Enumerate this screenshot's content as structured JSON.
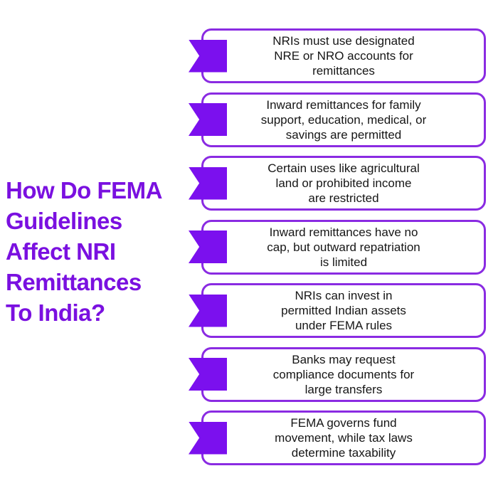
{
  "title": {
    "lines": [
      "How Do FEMA",
      "Guidelines",
      "Affect NRI",
      "Remittances",
      "To India?"
    ]
  },
  "boxes": [
    {
      "lines": [
        "NRIs must use designated",
        "NRE or NRO accounts for",
        "remittances"
      ]
    },
    {
      "lines": [
        "Inward remittances for family",
        "support, education, medical, or",
        "savings are permitted"
      ]
    },
    {
      "lines": [
        "Certain uses like agricultural",
        "land or prohibited income",
        "are restricted"
      ]
    },
    {
      "lines": [
        "Inward remittances have no",
        "cap, but outward repatriation",
        "is limited"
      ]
    },
    {
      "lines": [
        "NRIs can invest in",
        "permitted Indian assets",
        "under FEMA rules"
      ]
    },
    {
      "lines": [
        "Banks may request",
        "compliance documents for",
        "large transfers"
      ]
    },
    {
      "lines": [
        "FEMA governs fund",
        "movement, while tax laws",
        "determine taxability"
      ]
    }
  ],
  "colors": {
    "accent": "#7B10EE",
    "title": "#7A10E0",
    "box_border": "#8A2BE2",
    "text": "#161616"
  }
}
